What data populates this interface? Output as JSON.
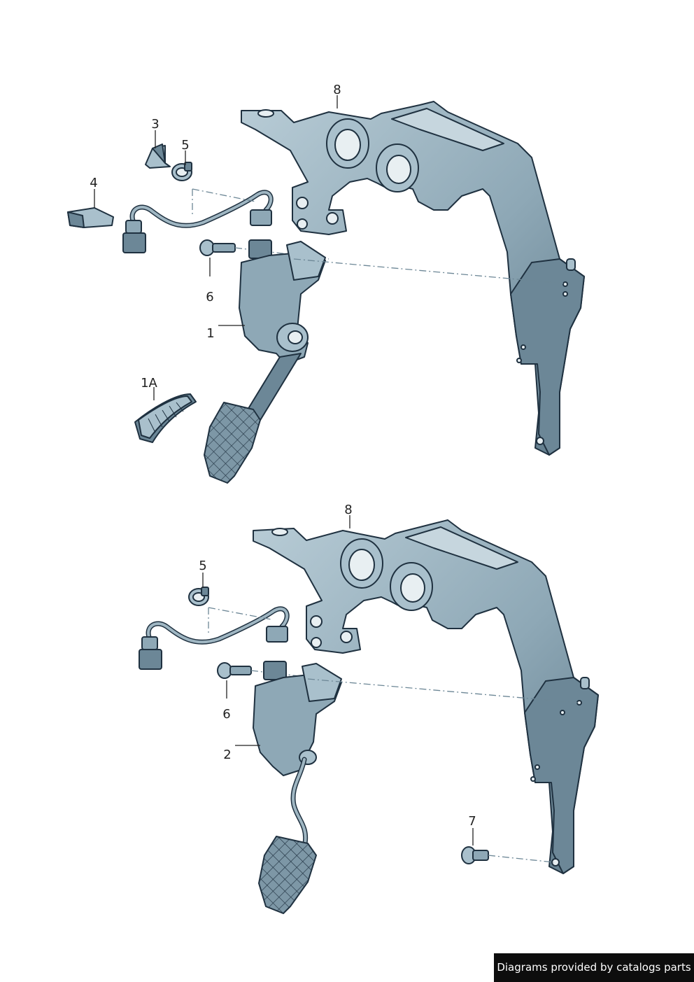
{
  "diagram": {
    "callouts_top": {
      "c8": "8",
      "c3": "3",
      "c5": "5",
      "c4": "4",
      "c6": "6",
      "c1": "1",
      "c1a": "1A"
    },
    "callouts_bottom": {
      "c8": "8",
      "c5": "5",
      "c6": "6",
      "c2": "2",
      "c7": "7"
    }
  },
  "credit": {
    "text": "Diagrams provided by catalogs parts"
  },
  "colors": {
    "part_fill": "#8ea8b6",
    "part_outline": "#1f3140",
    "credit_bg": "#0d0d0d"
  }
}
